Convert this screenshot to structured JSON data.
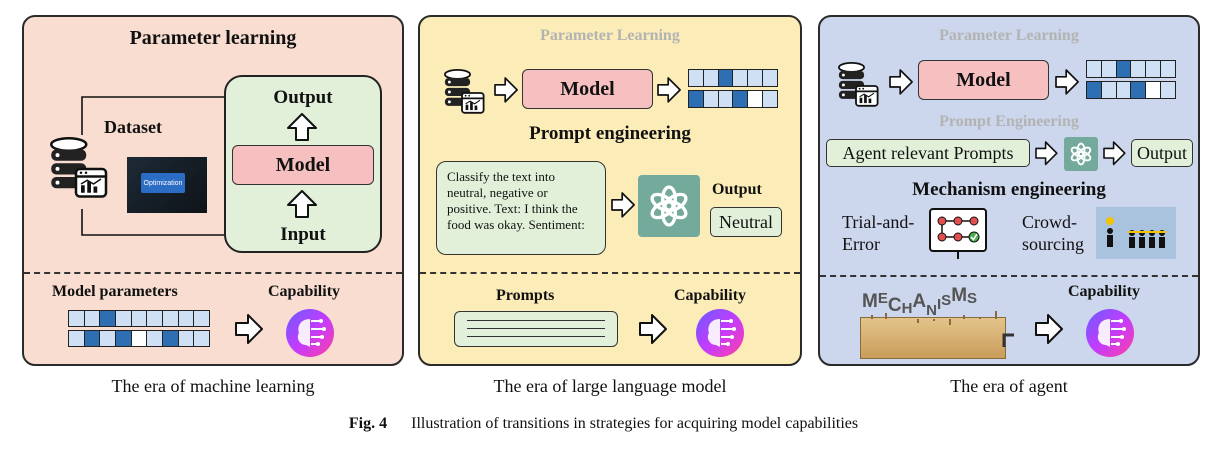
{
  "panel1": {
    "title": "Parameter learning",
    "dataset": "Dataset",
    "output": "Output",
    "model": "Model",
    "input": "Input",
    "photo_text": "Optimization",
    "model_parameters": "Model parameters",
    "capability": "Capability",
    "caption": "The era of machine learning"
  },
  "panel2": {
    "faded_title": "Parameter Learning",
    "model": "Model",
    "prompt_engineering": "Prompt engineering",
    "prompt_text": "Classify the text into neutral, negative or positive. Text: I think the food was okay. Sentiment:",
    "output": "Output",
    "output_value": "Neutral",
    "prompts": "Prompts",
    "capability": "Capability",
    "caption": "The era of large language model"
  },
  "panel3": {
    "faded_title": "Parameter Learning",
    "model": "Model",
    "faded_prompt": "Prompt Engineering",
    "agent_prompts": "Agent relevant Prompts",
    "output": "Output",
    "mechanism_engineering": "Mechanism engineering",
    "trial_error": "Trial-and-Error",
    "crowdsourcing": "Crowd-sourcing",
    "mechanisms_word": "MECHANISMS",
    "capability": "Capability",
    "caption": "The era of agent"
  },
  "figure_caption": {
    "label": "Fig. 4",
    "text": "Illustration of transitions in strategies for acquiring model capabilities"
  },
  "colors": {
    "panel1_bg": "#f8ddd0",
    "panel2_bg": "#fcedb8",
    "panel3_bg": "#ccd6ec",
    "model_box": "#f6c0c0",
    "green_box": "#e2f0d9",
    "grid_light": "#cfe0f4",
    "grid_dark": "#2e6fb3"
  },
  "icons": [
    "database-icon",
    "chart-window-icon",
    "hollow-arrow-icon",
    "openai-logo-icon",
    "brain-capability-icon",
    "flowchart-board-icon",
    "crowd-people-icon"
  ]
}
